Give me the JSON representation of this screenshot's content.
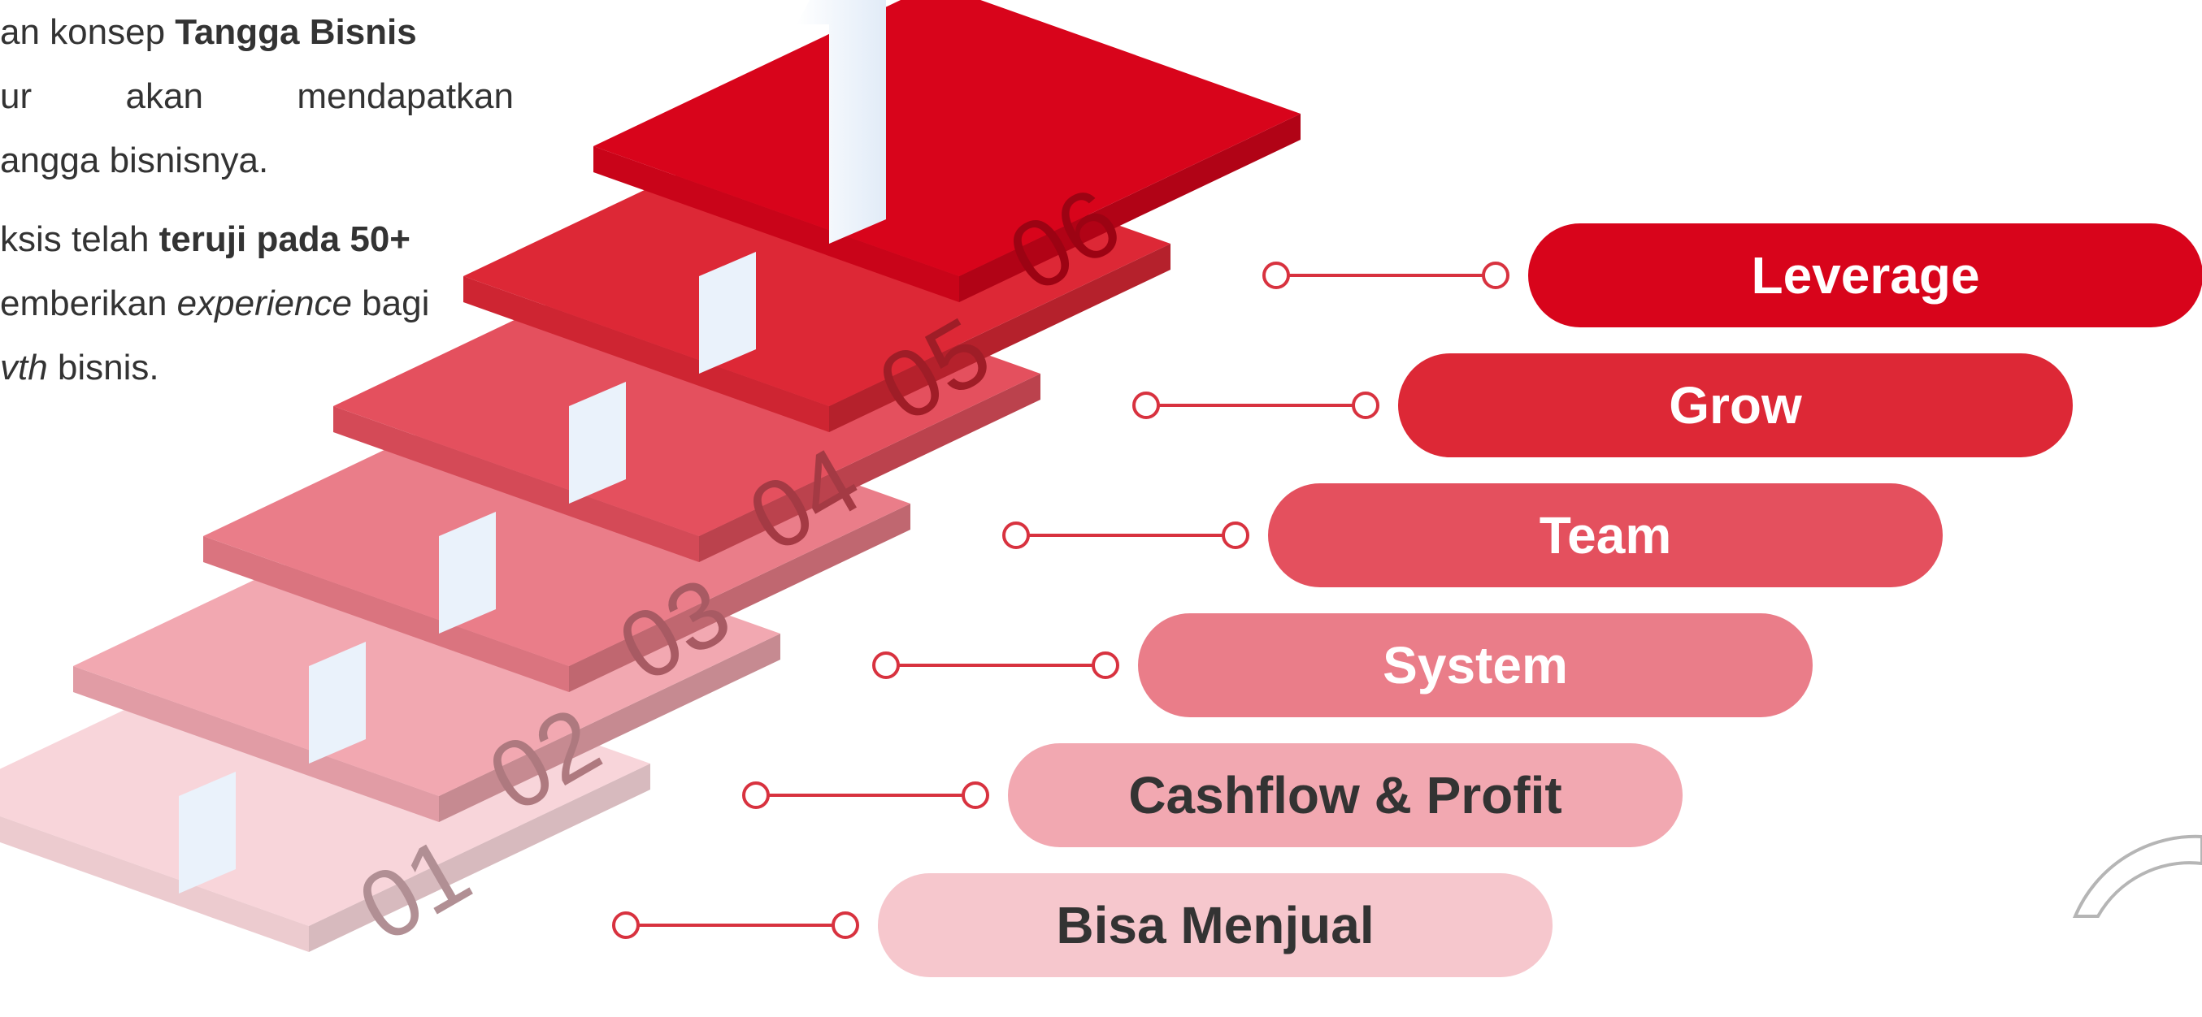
{
  "intro": {
    "p1_l1_a": "an konsep ",
    "p1_l1_b": "Tangga Bisnis",
    "p1_l2": "ur akan mendapatkan",
    "p1_l3": "angga bisnisnya.",
    "p2_l1_a": "ksis telah ",
    "p2_l1_b": "teruji pada 50+",
    "p2_l2_a": "emberikan ",
    "p2_l2_b": "experience",
    "p2_l2_c": " bagi",
    "p2_l3_a": "vth",
    "p2_l3_b": " bisnis."
  },
  "steps": [
    {
      "number": "01",
      "label": "Bisa Menjual",
      "color": "#f6c7cd",
      "text_color": "#333333"
    },
    {
      "number": "02",
      "label": "Cashflow & Profit",
      "color": "#f2a8b1",
      "text_color": "#333333"
    },
    {
      "number": "03",
      "label": "System",
      "color": "#ea7d89",
      "text_color": "#ffffff"
    },
    {
      "number": "04",
      "label": "Team",
      "color": "#e4505e",
      "text_color": "#ffffff"
    },
    {
      "number": "05",
      "label": "Grow",
      "color": "#dd2836",
      "text_color": "#ffffff"
    },
    {
      "number": "06",
      "label": "Leverage",
      "color": "#d8041b",
      "text_color": "#ffffff"
    }
  ],
  "colors": {
    "connector": "#d8323f",
    "arrow": "#eaf2fb",
    "corner_arc": "#b5b5b5"
  }
}
